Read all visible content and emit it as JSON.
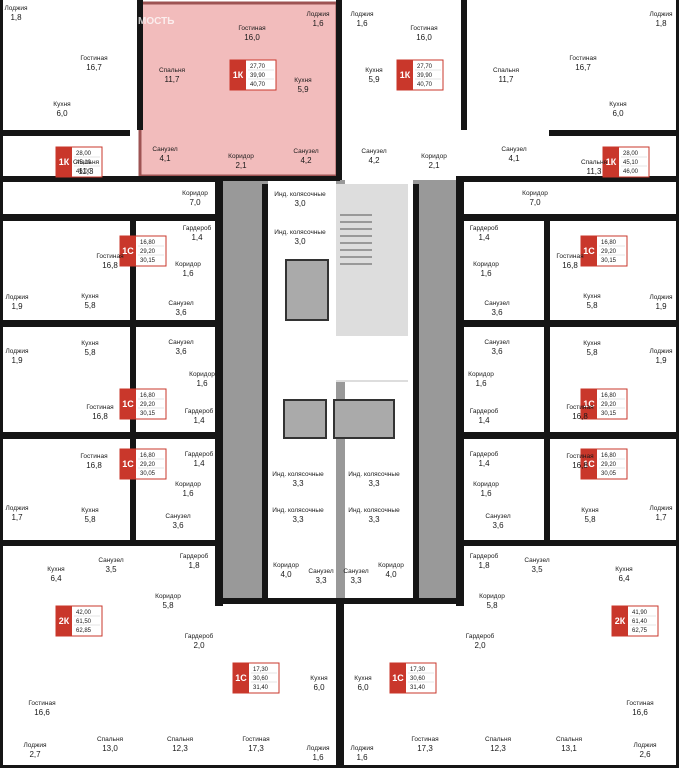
{
  "logo": {
    "text": "МОСТЬ"
  },
  "colors": {
    "wall": "#151515",
    "core": "#999999",
    "core_wall": "#444444",
    "highlight_fill": "#f2bcbc",
    "highlight_border": "#9e5353",
    "badge": "#c9372b",
    "badge_panel": "#ffffff"
  },
  "rooms": [
    {
      "name": "Лоджия",
      "area": "1,8"
    },
    {
      "name": "Гостиная",
      "area": "16,0"
    },
    {
      "name": "Лоджия",
      "area": "1,6"
    },
    {
      "name": "Лоджия",
      "area": "1,6"
    },
    {
      "name": "Гостиная",
      "area": "16,0"
    },
    {
      "name": "Лоджия",
      "area": "1,8"
    },
    {
      "name": "Гостиная",
      "area": "16,7"
    },
    {
      "name": "Спальня",
      "area": "11,7"
    },
    {
      "name": "Кухня",
      "area": "5,9"
    },
    {
      "name": "Кухня",
      "area": "5,9"
    },
    {
      "name": "Спальня",
      "area": "11,7"
    },
    {
      "name": "Гостиная",
      "area": "16,7"
    },
    {
      "name": "Кухня",
      "area": "6,0"
    },
    {
      "name": "Кухня",
      "area": "6,0"
    },
    {
      "name": "Санузел",
      "area": "4,1"
    },
    {
      "name": "Коридор",
      "area": "2,1"
    },
    {
      "name": "Санузел",
      "area": "4,2"
    },
    {
      "name": "Санузел",
      "area": "4,2"
    },
    {
      "name": "Коридор",
      "area": "2,1"
    },
    {
      "name": "Санузел",
      "area": "4,1"
    },
    {
      "name": "Спальня",
      "area": "11,3"
    },
    {
      "name": "Коридор",
      "area": "7,0"
    },
    {
      "name": "Коридор",
      "area": "7,0"
    },
    {
      "name": "Спальня",
      "area": "11,3"
    },
    {
      "name": "Инд. колясочные",
      "area": "3,0"
    },
    {
      "name": "Инд. колясочные",
      "area": "3,0"
    },
    {
      "name": "Гардероб",
      "area": "1,4"
    },
    {
      "name": "Гардероб",
      "area": "1,4"
    },
    {
      "name": "Гостиная",
      "area": "16,8"
    },
    {
      "name": "Гостиная",
      "area": "16,8"
    },
    {
      "name": "Коридор",
      "area": "1,6"
    },
    {
      "name": "Коридор",
      "area": "1,6"
    },
    {
      "name": "Лоджия",
      "area": "1,9"
    },
    {
      "name": "Кухня",
      "area": "5,8"
    },
    {
      "name": "Санузел",
      "area": "3,6"
    },
    {
      "name": "Санузел",
      "area": "3,6"
    },
    {
      "name": "Кухня",
      "area": "5,8"
    },
    {
      "name": "Лоджия",
      "area": "1,9"
    },
    {
      "name": "Лоджия",
      "area": "1,9"
    },
    {
      "name": "Кухня",
      "area": "5,8"
    },
    {
      "name": "Санузел",
      "area": "3,6"
    },
    {
      "name": "Санузел",
      "area": "3,6"
    },
    {
      "name": "Кухня",
      "area": "5,8"
    },
    {
      "name": "Лоджия",
      "area": "1,9"
    },
    {
      "name": "Коридор",
      "area": "1,6"
    },
    {
      "name": "Коридор",
      "area": "1,6"
    },
    {
      "name": "Гардероб",
      "area": "1,4"
    },
    {
      "name": "Гардероб",
      "area": "1,4"
    },
    {
      "name": "Гостиная",
      "area": "16,8"
    },
    {
      "name": "Гостиная",
      "area": "16,8"
    },
    {
      "name": "Гардероб",
      "area": "1,4"
    },
    {
      "name": "Гардероб",
      "area": "1,4"
    },
    {
      "name": "Гостиная",
      "area": "16,8"
    },
    {
      "name": "Гостиная",
      "area": "16,8"
    },
    {
      "name": "Коридор",
      "area": "1,6"
    },
    {
      "name": "Коридор",
      "area": "1,6"
    },
    {
      "name": "Инд. колясочные",
      "area": "3,3"
    },
    {
      "name": "Инд. колясочные",
      "area": "3,3"
    },
    {
      "name": "Инд. колясочные",
      "area": "3,3"
    },
    {
      "name": "Инд. колясочные",
      "area": "3,3"
    },
    {
      "name": "Лоджия",
      "area": "1,7"
    },
    {
      "name": "Кухня",
      "area": "5,8"
    },
    {
      "name": "Санузел",
      "area": "3,6"
    },
    {
      "name": "Санузел",
      "area": "3,6"
    },
    {
      "name": "Кухня",
      "area": "5,8"
    },
    {
      "name": "Лоджия",
      "area": "1,7"
    },
    {
      "name": "Санузел",
      "area": "3,5"
    },
    {
      "name": "Гардероб",
      "area": "1,8"
    },
    {
      "name": "Коридор",
      "area": "4,0"
    },
    {
      "name": "Санузел",
      "area": "3,3"
    },
    {
      "name": "Санузел",
      "area": "3,3"
    },
    {
      "name": "Коридор",
      "area": "4,0"
    },
    {
      "name": "Гардероб",
      "area": "1,8"
    },
    {
      "name": "Санузел",
      "area": "3,5"
    },
    {
      "name": "Кухня",
      "area": "6,4"
    },
    {
      "name": "Кухня",
      "area": "6,4"
    },
    {
      "name": "Коридор",
      "area": "5,8"
    },
    {
      "name": "Коридор",
      "area": "5,8"
    },
    {
      "name": "Гардероб",
      "area": "2,0"
    },
    {
      "name": "Гардероб",
      "area": "2,0"
    },
    {
      "name": "Кухня",
      "area": "6,0"
    },
    {
      "name": "Кухня",
      "area": "6,0"
    },
    {
      "name": "Гостиная",
      "area": "16,6"
    },
    {
      "name": "Гостиная",
      "area": "16,6"
    },
    {
      "name": "Лоджия",
      "area": "2,7"
    },
    {
      "name": "Спальня",
      "area": "13,0"
    },
    {
      "name": "Спальня",
      "area": "12,3"
    },
    {
      "name": "Гостиная",
      "area": "17,3"
    },
    {
      "name": "Лоджия",
      "area": "1,6"
    },
    {
      "name": "Лоджия",
      "area": "1,6"
    },
    {
      "name": "Гостиная",
      "area": "17,3"
    },
    {
      "name": "Спальня",
      "area": "12,3"
    },
    {
      "name": "Спальня",
      "area": "13,1"
    },
    {
      "name": "Лоджия",
      "area": "2,6"
    }
  ],
  "badges": [
    {
      "type": "1К",
      "values": [
        "27,70",
        "39,90",
        "40,70"
      ]
    },
    {
      "type": "1К",
      "values": [
        "27,70",
        "39,90",
        "40,70"
      ]
    },
    {
      "type": "1К",
      "values": [
        "28,00",
        "45,10",
        "46,00"
      ]
    },
    {
      "type": "1К",
      "values": [
        "28,00",
        "45,10",
        "46,00"
      ]
    },
    {
      "type": "1С",
      "values": [
        "16,80",
        "29,20",
        "30,15"
      ]
    },
    {
      "type": "1С",
      "values": [
        "16,80",
        "29,20",
        "30,15"
      ]
    },
    {
      "type": "1С",
      "values": [
        "16,80",
        "29,20",
        "30,15"
      ]
    },
    {
      "type": "1С",
      "values": [
        "16,80",
        "29,20",
        "30,15"
      ]
    },
    {
      "type": "1С",
      "values": [
        "16,80",
        "29,20",
        "30,05"
      ]
    },
    {
      "type": "1С",
      "values": [
        "16,80",
        "29,20",
        "30,05"
      ]
    },
    {
      "type": "2К",
      "values": [
        "41,90",
        "61,40",
        "62,75"
      ]
    },
    {
      "type": "2К",
      "values": [
        "42,00",
        "61,50",
        "62,85"
      ]
    },
    {
      "type": "1С",
      "values": [
        "17,30",
        "30,60",
        "31,40"
      ]
    },
    {
      "type": "1С",
      "values": [
        "17,30",
        "30,60",
        "31,40"
      ]
    }
  ]
}
